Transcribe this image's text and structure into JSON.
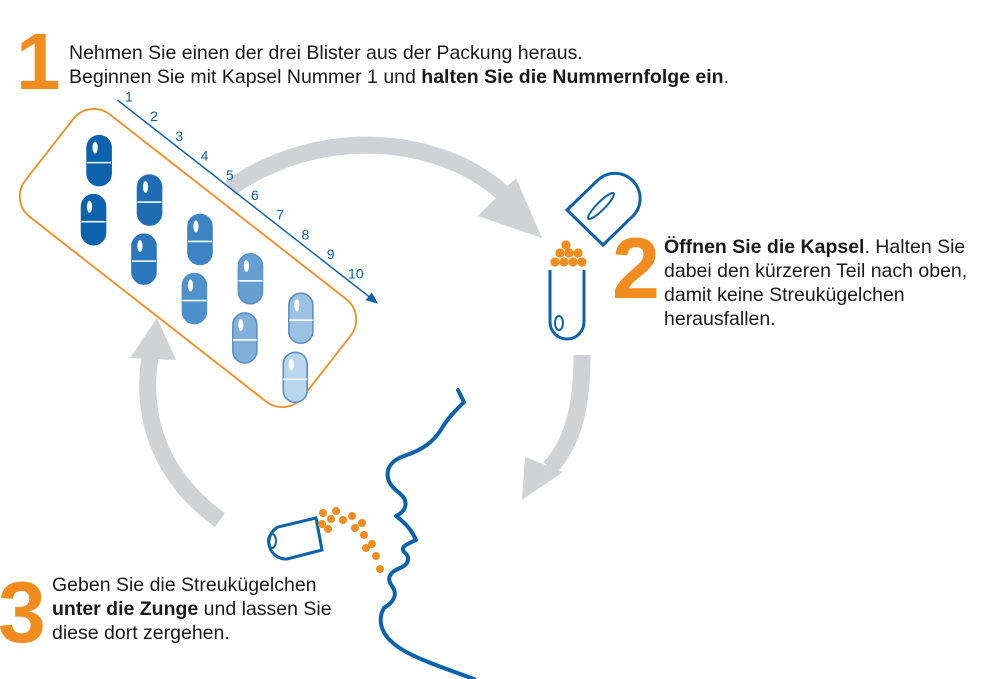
{
  "colors": {
    "accent_orange": "#f28c1e",
    "brand_blue": "#0d62ad",
    "arrow_gray": "#d0d2d4"
  },
  "steps": [
    {
      "number": "1",
      "line1": "Nehmen Sie einen der drei Blister aus der Packung heraus.",
      "line2_plain": "Beginnen Sie mit Kapsel Nummer 1 und ",
      "line2_bold": "halten Sie die Nummernfolge ein",
      "line2_end": "."
    },
    {
      "number": "2",
      "bold": "Öffnen Sie die Kapsel",
      "line1_rest": ". Halten Sie",
      "line2": "dabei den kürzeren Teil nach oben,",
      "line3": "damit keine Streukügelchen",
      "line4": "herausfallen."
    },
    {
      "number": "3",
      "line1": "Geben Sie die Streukügelchen",
      "line2_bold": "unter die Zunge",
      "line2_rest": " und lassen Sie",
      "line3": "diese dort zergehen."
    }
  ],
  "blister": {
    "capsule_numbers": [
      "1",
      "2",
      "3",
      "4",
      "5",
      "6",
      "7",
      "8",
      "9",
      "10"
    ]
  }
}
